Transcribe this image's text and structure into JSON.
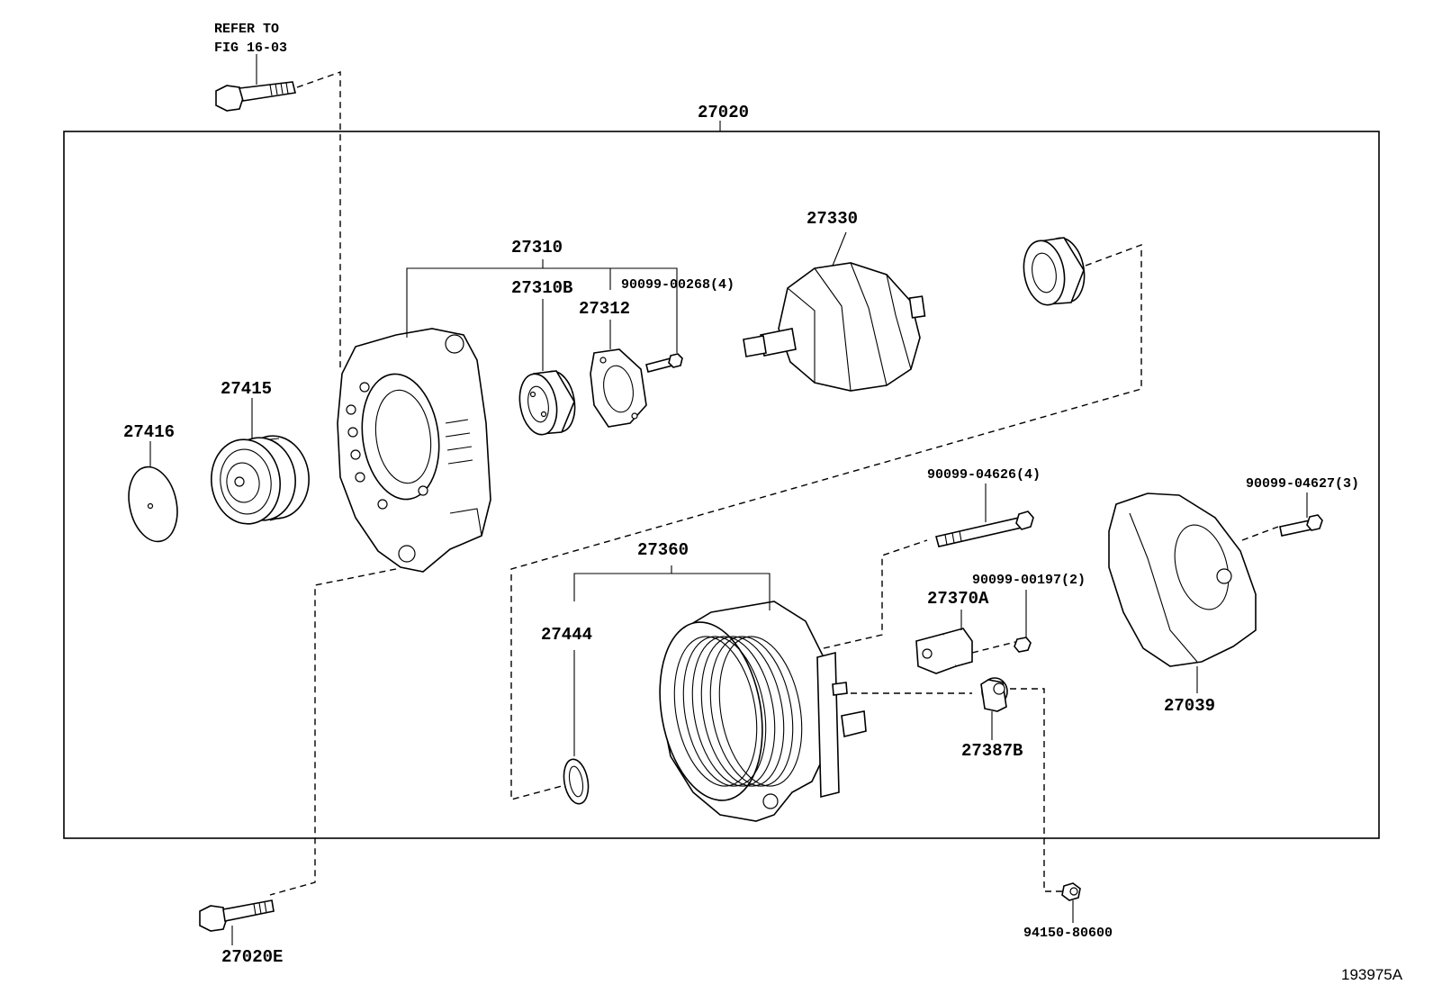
{
  "figure_code": "193975A",
  "refer_note": {
    "line1": "REFER TO",
    "line2": "FIG 16-03"
  },
  "labels": {
    "p27020": "27020",
    "p27330": "27330",
    "p27310": "27310",
    "p27310b": "27310B",
    "p27312": "27312",
    "p90099_00268": "90099-00268(4)",
    "p27415": "27415",
    "p27416": "27416",
    "p90099_04626": "90099-04626(4)",
    "p90099_04627": "90099-04627(3)",
    "p27360": "27360",
    "p90099_00197": "90099-00197(2)",
    "p27370a": "27370A",
    "p27444": "27444",
    "p27039": "27039",
    "p27387b": "27387B",
    "p27020e": "27020E",
    "p94150_80600": "94150-80600"
  }
}
